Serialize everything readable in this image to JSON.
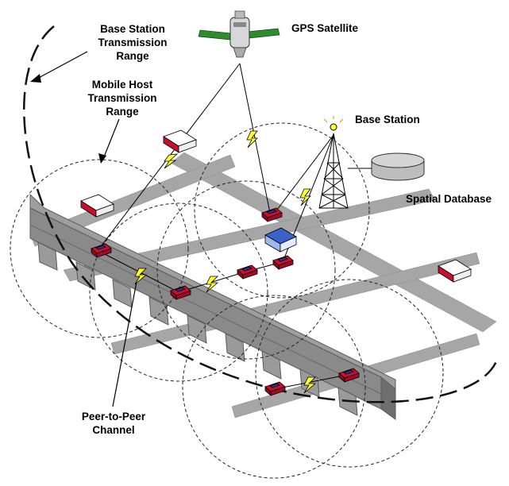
{
  "labels": {
    "base_station_range": [
      "Base Station",
      "Transmission",
      "Range"
    ],
    "mobile_host_range": [
      "Mobile Host",
      "Transmission",
      "Range"
    ],
    "gps_satellite": "GPS Satellite",
    "base_station": "Base Station",
    "spatial_database": "Spatial Database",
    "peer_channel": [
      "Peer-to-Peer",
      "Channel"
    ]
  },
  "colors": {
    "road": "#a6a6a6",
    "road_edge": "#6e6e6e",
    "car_body": "#c8102e",
    "car_window": "#2a3a9a",
    "building_roof": "#ffffff",
    "building_wall": "#c8102e",
    "highlight_building_roof": "#3a62c9",
    "satellite_panel": "#2e8b2e",
    "link_bolt": "#ffff33",
    "database": "#bdbdbd"
  },
  "icons": {
    "satellite": "gps-satellite-icon",
    "tower": "base-station-tower-icon",
    "database": "spatial-database-icon",
    "car": "car-icon",
    "building": "building-icon",
    "link": "lightning-bolt-icon"
  }
}
